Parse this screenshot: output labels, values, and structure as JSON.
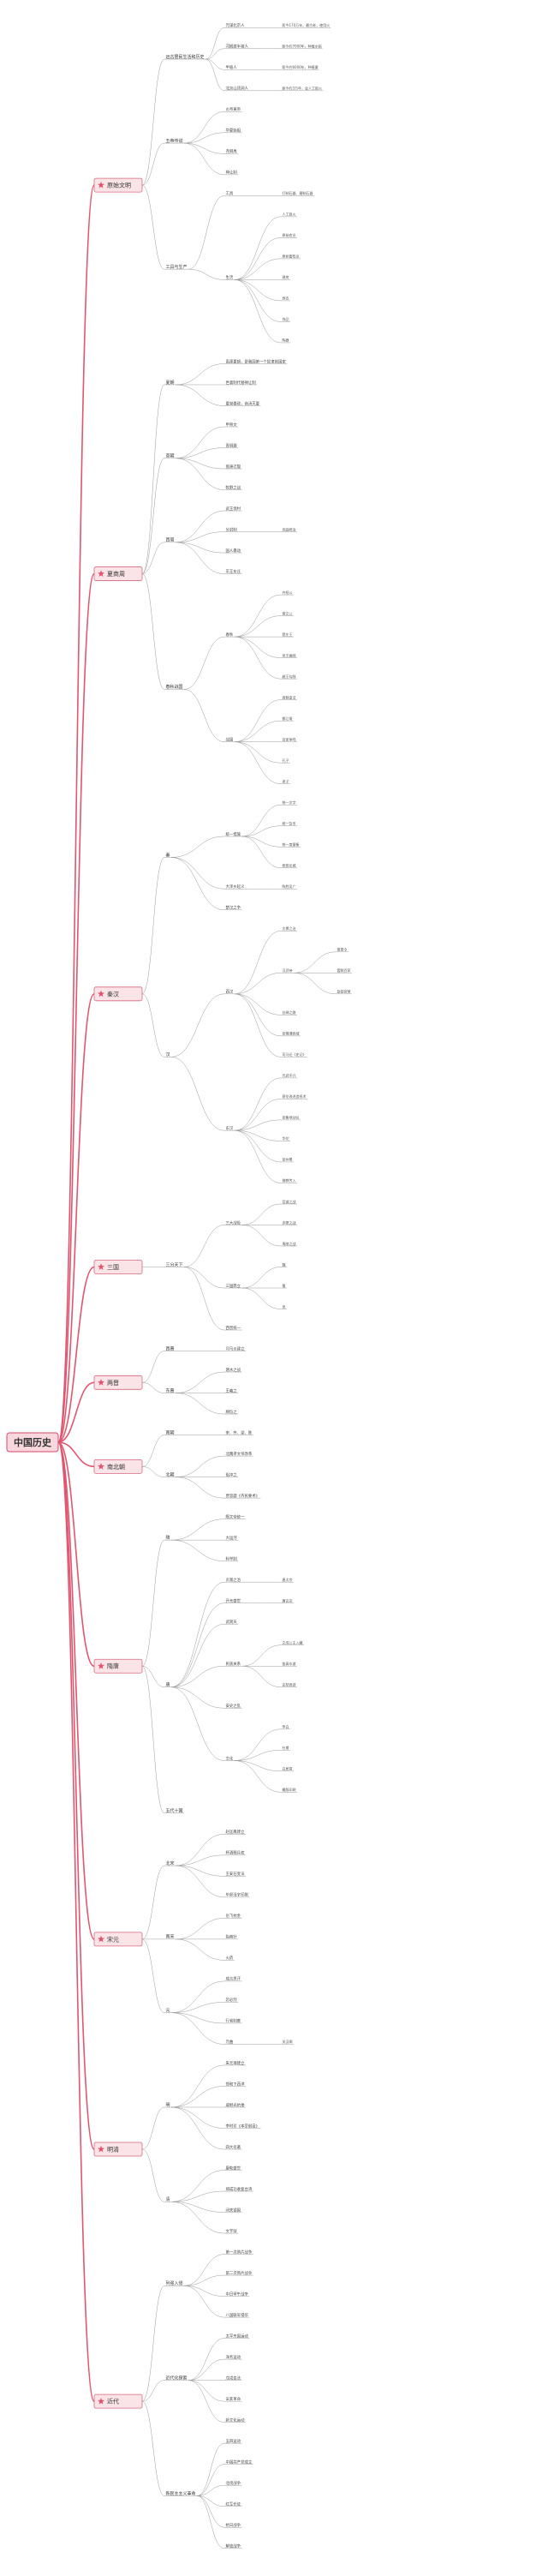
{
  "root": {
    "title": "中国历史"
  },
  "colors": {
    "root_fill": "#f8d7de",
    "root_stroke": "#d64a6a",
    "branch_line": "#e0556f",
    "box_fill": "#fbe4e8",
    "box_stroke": "#d9677d",
    "star": "#e0556f",
    "sub_line": "#9a9a9a"
  },
  "icons": {
    "star": "star-icon"
  },
  "branches": [
    {
      "title": "原始文明",
      "children": [
        {
          "title": "远古居民生活和历史",
          "children": [
            {
              "title": "元谋北京人",
              "children": [
                {
                  "title": "距今170万年，最古老，使用火"
                }
              ]
            },
            {
              "title": "河姆渡半坡人",
              "children": [
                {
                  "title": "距今约7000年，种植水稻"
                }
              ]
            },
            {
              "title": "半坡人",
              "children": [
                {
                  "title": "距今约6000年，种植粟"
                }
              ]
            },
            {
              "title": "北京山顶洞人",
              "children": [
                {
                  "title": "距今约3万年，会人工取火"
                }
              ]
            }
          ]
        },
        {
          "title": "五帝传说",
          "children": [
            {
              "title": "炎帝黄帝"
            },
            {
              "title": "华夏始祖"
            },
            {
              "title": "尧舜禹"
            },
            {
              "title": "禅让制"
            }
          ]
        },
        {
          "title": "工具与生产",
          "children": [
            {
              "title": "工具",
              "children": [
                {
                  "title": "打制石器、磨制石器"
                }
              ]
            },
            {
              "title": "生活",
              "children": [
                {
                  "title": "人工取火"
                },
                {
                  "title": "原始农业"
                },
                {
                  "title": "原始畜牧业"
                },
                {
                  "title": "建房"
                },
                {
                  "title": "穿衣"
                },
                {
                  "title": "饰品"
                },
                {
                  "title": "陶器"
                }
              ]
            }
          ]
        }
      ]
    },
    {
      "title": "夏商周",
      "children": [
        {
          "title": "夏朝",
          "children": [
            {
              "title": "禹建夏朝，是我国第一个奴隶制国家"
            },
            {
              "title": "世袭制代替禅让制"
            },
            {
              "title": "夏桀暴政，商汤灭夏"
            }
          ]
        },
        {
          "title": "商朝",
          "children": [
            {
              "title": "甲骨文"
            },
            {
              "title": "青铜器"
            },
            {
              "title": "盘庚迁殷"
            },
            {
              "title": "牧野之战"
            }
          ]
        },
        {
          "title": "西周",
          "children": [
            {
              "title": "武王伐纣"
            },
            {
              "title": "分封制",
              "children": [
                {
                  "title": "巩固统治"
                }
              ]
            },
            {
              "title": "国人暴动"
            },
            {
              "title": "平王东迁"
            }
          ]
        },
        {
          "title": "春秋战国",
          "children": [
            {
              "title": "春秋",
              "children": [
                {
                  "title": "齐桓公"
                },
                {
                  "title": "晋文公"
                },
                {
                  "title": "楚庄王"
                },
                {
                  "title": "吴王阖闾"
                },
                {
                  "title": "越王勾践"
                }
              ]
            },
            {
              "title": "战国",
              "children": [
                {
                  "title": "商鞅变法"
                },
                {
                  "title": "都江堰"
                },
                {
                  "title": "百家争鸣"
                },
                {
                  "title": "孔子"
                },
                {
                  "title": "老子"
                }
              ]
            }
          ]
        }
      ]
    },
    {
      "title": "秦汉",
      "children": [
        {
          "title": "秦",
          "children": [
            {
              "title": "统一措施",
              "children": [
                {
                  "title": "统一文字"
                },
                {
                  "title": "统一货币"
                },
                {
                  "title": "统一度量衡"
                },
                {
                  "title": "修筑长城"
                }
              ]
            },
            {
              "title": "大泽乡起义",
              "children": [
                {
                  "title": "陈胜吴广"
                }
              ]
            },
            {
              "title": "楚汉之争"
            }
          ]
        },
        {
          "title": "汉",
          "children": [
            {
              "title": "西汉",
              "children": [
                {
                  "title": "文景之治"
                },
                {
                  "title": "汉武帝",
                  "children": [
                    {
                      "title": "推恩令"
                    },
                    {
                      "title": "罢黜百家"
                    },
                    {
                      "title": "盐铁官营"
                    }
                  ]
                },
                {
                  "title": "丝绸之路"
                },
                {
                  "title": "张骞通西域"
                },
                {
                  "title": "司马迁《史记》"
                }
              ]
            },
            {
              "title": "东汉",
              "children": [
                {
                  "title": "光武中兴"
                },
                {
                  "title": "蔡伦改进造纸术"
                },
                {
                  "title": "张衡地动仪"
                },
                {
                  "title": "华佗"
                },
                {
                  "title": "张仲景"
                },
                {
                  "title": "佛教传入"
                }
              ]
            }
          ]
        }
      ]
    },
    {
      "title": "三国",
      "children": [
        {
          "title": "三分天下",
          "children": [
            {
              "title": "三大战役",
              "children": [
                {
                  "title": "官渡之战"
                },
                {
                  "title": "赤壁之战"
                },
                {
                  "title": "夷陵之战"
                }
              ]
            },
            {
              "title": "三国鼎立",
              "children": [
                {
                  "title": "魏"
                },
                {
                  "title": "蜀"
                },
                {
                  "title": "吴"
                }
              ]
            },
            {
              "title": "西晋统一"
            }
          ]
        }
      ]
    },
    {
      "title": "两晋",
      "children": [
        {
          "title": "西晋",
          "children": [
            {
              "title": "司马炎建立"
            }
          ]
        },
        {
          "title": "东晋",
          "children": [
            {
              "title": "淝水之战"
            },
            {
              "title": "王羲之"
            },
            {
              "title": "顾恺之"
            }
          ]
        }
      ]
    },
    {
      "title": "南北朝",
      "children": [
        {
          "title": "南朝",
          "children": [
            {
              "title": "宋、齐、梁、陈"
            }
          ]
        },
        {
          "title": "北朝",
          "children": [
            {
              "title": "北魏孝文帝改革"
            },
            {
              "title": "祖冲之"
            },
            {
              "title": "贾思勰《齐民要术》"
            }
          ]
        }
      ]
    },
    {
      "title": "隋唐",
      "children": [
        {
          "title": "隋",
          "children": [
            {
              "title": "隋文帝统一"
            },
            {
              "title": "大运河"
            },
            {
              "title": "科举制"
            }
          ]
        },
        {
          "title": "唐",
          "children": [
            {
              "title": "贞观之治",
              "children": [
                {
                  "title": "唐太宗"
                }
              ]
            },
            {
              "title": "开元盛世",
              "children": [
                {
                  "title": "唐玄宗"
                }
              ]
            },
            {
              "title": "武则天"
            },
            {
              "title": "民族关系",
              "children": [
                {
                  "title": "文成公主入藏"
                },
                {
                  "title": "鉴真东渡"
                },
                {
                  "title": "玄奘西游"
                }
              ]
            },
            {
              "title": "安史之乱"
            },
            {
              "title": "文化",
              "children": [
                {
                  "title": "李白"
                },
                {
                  "title": "杜甫"
                },
                {
                  "title": "白居易"
                },
                {
                  "title": "雕版印刷"
                }
              ]
            }
          ]
        },
        {
          "title": "五代十国"
        }
      ]
    },
    {
      "title": "宋元",
      "children": [
        {
          "title": "北宋",
          "children": [
            {
              "title": "赵匡胤建立"
            },
            {
              "title": "杯酒释兵权"
            },
            {
              "title": "王安石变法"
            },
            {
              "title": "毕昇活字印刷"
            }
          ]
        },
        {
          "title": "南宋",
          "children": [
            {
              "title": "岳飞抗金"
            },
            {
              "title": "指南针"
            },
            {
              "title": "火药"
            }
          ]
        },
        {
          "title": "元",
          "children": [
            {
              "title": "成吉思汗"
            },
            {
              "title": "忽必烈"
            },
            {
              "title": "行省制度"
            },
            {
              "title": "元曲",
              "children": [
                {
                  "title": "关汉卿"
                }
              ]
            }
          ]
        }
      ]
    },
    {
      "title": "明清",
      "children": [
        {
          "title": "明",
          "children": [
            {
              "title": "朱元璋建立"
            },
            {
              "title": "郑和下西洋"
            },
            {
              "title": "戚继光抗倭"
            },
            {
              "title": "李时珍《本草纲目》"
            },
            {
              "title": "四大名著"
            }
          ]
        },
        {
          "title": "清",
          "children": [
            {
              "title": "康乾盛世"
            },
            {
              "title": "郑成功收复台湾"
            },
            {
              "title": "闭关锁国"
            },
            {
              "title": "文字狱"
            }
          ]
        }
      ]
    },
    {
      "title": "近代",
      "children": [
        {
          "title": "列强入侵",
          "children": [
            {
              "title": "第一次鸦片战争"
            },
            {
              "title": "第二次鸦片战争"
            },
            {
              "title": "中日甲午战争"
            },
            {
              "title": "八国联军侵华"
            }
          ]
        },
        {
          "title": "近代化探索",
          "children": [
            {
              "title": "太平天国运动"
            },
            {
              "title": "洋务运动"
            },
            {
              "title": "戊戌变法"
            },
            {
              "title": "辛亥革命"
            },
            {
              "title": "新文化运动"
            }
          ]
        },
        {
          "title": "新民主主义革命",
          "children": [
            {
              "title": "五四运动"
            },
            {
              "title": "中国共产党成立"
            },
            {
              "title": "北伐战争"
            },
            {
              "title": "红军长征"
            },
            {
              "title": "抗日战争"
            },
            {
              "title": "解放战争"
            }
          ]
        }
      ]
    }
  ]
}
